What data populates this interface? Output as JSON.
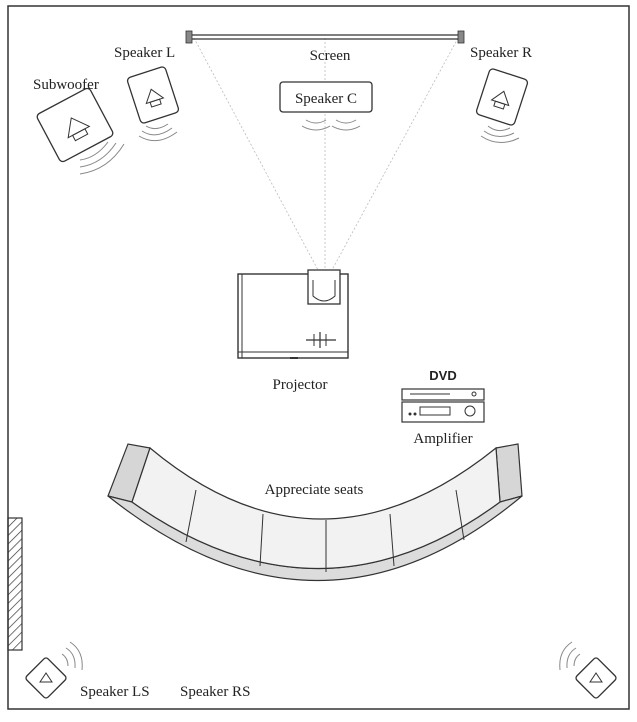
{
  "labels": {
    "screen": "Screen",
    "speaker_l": "Speaker L",
    "speaker_r": "Speaker R",
    "speaker_c": "Speaker C",
    "subwoofer": "Subwoofer",
    "projector": "Projector",
    "dvd": "DVD",
    "amplifier": "Amplifier",
    "seats": "Appreciate seats",
    "speaker_ls": "Speaker LS",
    "speaker_rs": "Speaker RS"
  },
  "colors": {
    "wall": "#333333",
    "sofa_fill": "#f2f2f2",
    "sofa_shade": "#d6d6d6",
    "beam": "#bbbbbb"
  }
}
